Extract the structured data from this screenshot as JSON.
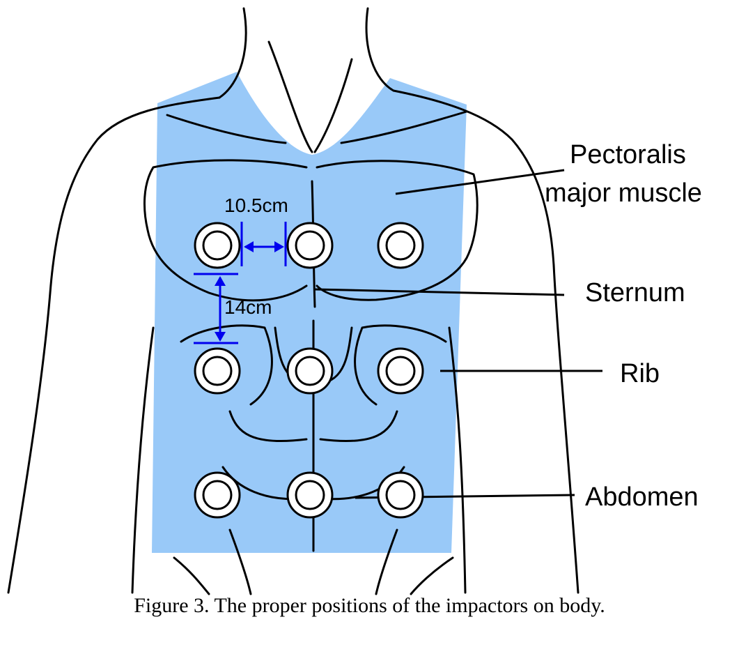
{
  "figure": {
    "caption": "Figure 3. The proper positions of the impactors on body.",
    "labels": {
      "pectoralis_line1": "Pectoralis",
      "pectoralis_line2": "major muscle",
      "sternum": "Sternum",
      "rib": "Rib",
      "abdomen": "Abdomen"
    },
    "dimensions": {
      "horizontal_spacing": "10.5cm",
      "vertical_spacing": "14cm"
    },
    "impactor_grid": {
      "rows": 3,
      "columns": 3
    },
    "colors": {
      "region_fill": "#99c9f8",
      "outline": "#000000",
      "dimension": "#0000ee",
      "impactor_fill": "#ffffff"
    }
  }
}
